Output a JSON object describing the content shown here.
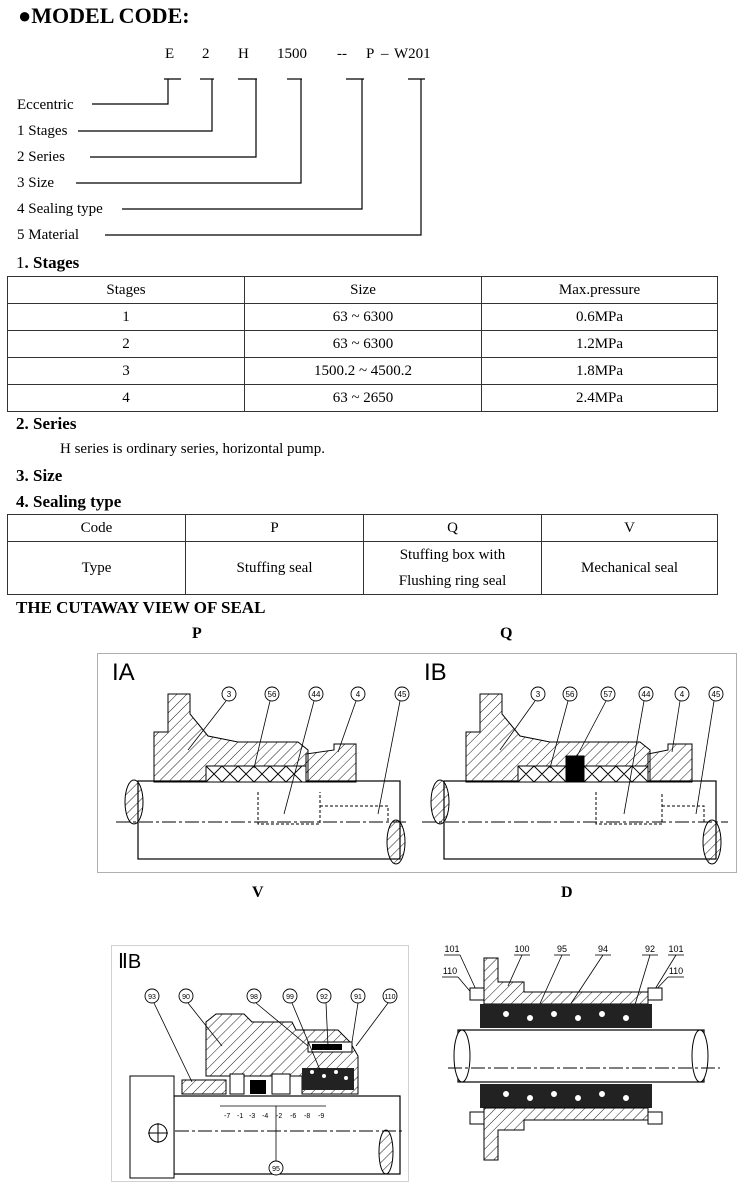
{
  "header": {
    "title": "●MODEL CODE:"
  },
  "model_code": {
    "tokens": [
      "E",
      "2",
      "H",
      "1500",
      "--",
      "P",
      "–",
      "W201"
    ],
    "legend": [
      "Eccentric",
      "1 Stages",
      "2 Series",
      "3 Size",
      "4 Sealing type",
      "5 Material"
    ]
  },
  "stages": {
    "heading_num": "1",
    "heading_text": ". Stages",
    "headers": [
      "Stages",
      "Size",
      "Max.pressure"
    ],
    "rows": [
      [
        "1",
        "63 ~ 6300",
        "0.6MPa"
      ],
      [
        "2",
        "63 ~ 6300",
        "1.2MPa"
      ],
      [
        "3",
        "1500.2 ~ 4500.2",
        "1.8MPa"
      ],
      [
        "4",
        "63 ~ 2650",
        "2.4MPa"
      ]
    ]
  },
  "series": {
    "heading": "2. Series",
    "text": "H series is ordinary series, horizontal pump."
  },
  "size": {
    "heading": "3. Size"
  },
  "sealing": {
    "heading": "4. Sealing type",
    "code_label": "Code",
    "type_label": "Type",
    "codes": [
      "P",
      "Q",
      "V"
    ],
    "types": [
      "Stuffing seal",
      "Stuffing box with",
      "Flushing ring seal",
      "Mechanical seal"
    ]
  },
  "cutaway": {
    "heading": "THE CUTAWAY VIEW OF SEAL",
    "captions": [
      "P",
      "Q",
      "V",
      "D"
    ],
    "panel_labels": [
      "IA",
      "IB",
      "ⅡB"
    ],
    "ia_callouts": [
      "3",
      "56",
      "44",
      "4",
      "45"
    ],
    "ib_callouts": [
      "3",
      "56",
      "57",
      "44",
      "4",
      "45"
    ],
    "v_callouts_top": [
      "93",
      "90",
      "98",
      "99",
      "92",
      "91",
      "110"
    ],
    "v_callouts_bottom": [
      "-7",
      "-1",
      "-3",
      "-4",
      "-2",
      "-6",
      "-8",
      "-9"
    ],
    "v_callout_shaft": "95",
    "d_callouts": [
      "101",
      "100",
      "95",
      "94",
      "92",
      "101"
    ],
    "d_callouts_side": [
      "110",
      "110"
    ]
  }
}
